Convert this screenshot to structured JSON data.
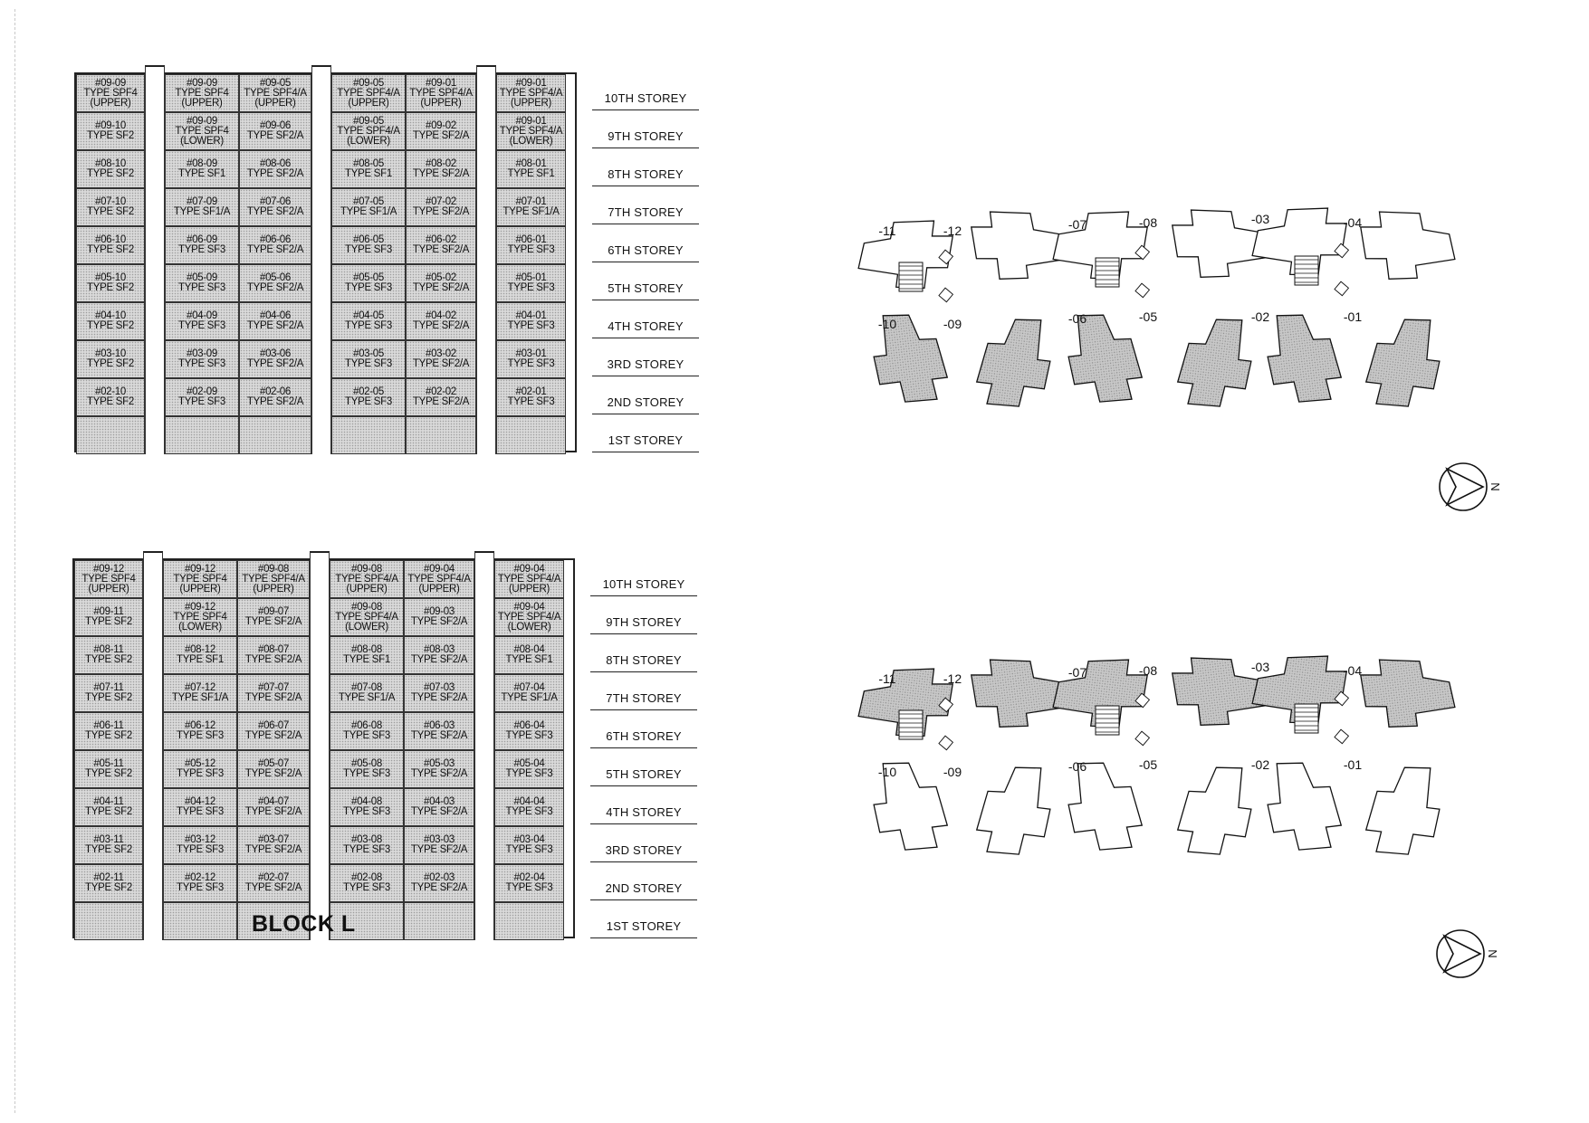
{
  "block_title": "BLOCK L",
  "storey_labels": [
    "10TH STOREY",
    "9TH STOREY",
    "8TH STOREY",
    "7TH STOREY",
    "6TH STOREY",
    "5TH STOREY",
    "4TH STOREY",
    "3RD STOREY",
    "2ND STOREY",
    "1ST STOREY"
  ],
  "elevations": [
    {
      "rows": [
        [
          [
            "#09-09",
            "TYPE SPF4",
            "(UPPER)"
          ],
          [
            "#09-09",
            "TYPE SPF4",
            "(UPPER)"
          ],
          [
            "#09-05",
            "TYPE SPF4/A",
            "(UPPER)"
          ],
          [
            "#09-05",
            "TYPE SPF4/A",
            "(UPPER)"
          ],
          [
            "#09-01",
            "TYPE SPF4/A",
            "(UPPER)"
          ],
          [
            "#09-01",
            "TYPE SPF4/A",
            "(UPPER)"
          ]
        ],
        [
          [
            "#09-10",
            "TYPE SF2"
          ],
          [
            "#09-09",
            "TYPE SPF4",
            "(LOWER)"
          ],
          [
            "#09-06",
            "TYPE SF2/A"
          ],
          [
            "#09-05",
            "TYPE SPF4/A",
            "(LOWER)"
          ],
          [
            "#09-02",
            "TYPE SF2/A"
          ],
          [
            "#09-01",
            "TYPE SPF4/A",
            "(LOWER)"
          ]
        ],
        [
          [
            "#08-10",
            "TYPE SF2"
          ],
          [
            "#08-09",
            "TYPE SF1"
          ],
          [
            "#08-06",
            "TYPE SF2/A"
          ],
          [
            "#08-05",
            "TYPE SF1"
          ],
          [
            "#08-02",
            "TYPE SF2/A"
          ],
          [
            "#08-01",
            "TYPE SF1"
          ]
        ],
        [
          [
            "#07-10",
            "TYPE SF2"
          ],
          [
            "#07-09",
            "TYPE SF1/A"
          ],
          [
            "#07-06",
            "TYPE SF2/A"
          ],
          [
            "#07-05",
            "TYPE SF1/A"
          ],
          [
            "#07-02",
            "TYPE SF2/A"
          ],
          [
            "#07-01",
            "TYPE SF1/A"
          ]
        ],
        [
          [
            "#06-10",
            "TYPE SF2"
          ],
          [
            "#06-09",
            "TYPE SF3"
          ],
          [
            "#06-06",
            "TYPE SF2/A"
          ],
          [
            "#06-05",
            "TYPE SF3"
          ],
          [
            "#06-02",
            "TYPE SF2/A"
          ],
          [
            "#06-01",
            "TYPE SF3"
          ]
        ],
        [
          [
            "#05-10",
            "TYPE SF2"
          ],
          [
            "#05-09",
            "TYPE SF3"
          ],
          [
            "#05-06",
            "TYPE SF2/A"
          ],
          [
            "#05-05",
            "TYPE SF3"
          ],
          [
            "#05-02",
            "TYPE SF2/A"
          ],
          [
            "#05-01",
            "TYPE SF3"
          ]
        ],
        [
          [
            "#04-10",
            "TYPE SF2"
          ],
          [
            "#04-09",
            "TYPE SF3"
          ],
          [
            "#04-06",
            "TYPE SF2/A"
          ],
          [
            "#04-05",
            "TYPE SF3"
          ],
          [
            "#04-02",
            "TYPE SF2/A"
          ],
          [
            "#04-01",
            "TYPE SF3"
          ]
        ],
        [
          [
            "#03-10",
            "TYPE SF2"
          ],
          [
            "#03-09",
            "TYPE SF3"
          ],
          [
            "#03-06",
            "TYPE SF2/A"
          ],
          [
            "#03-05",
            "TYPE SF3"
          ],
          [
            "#03-02",
            "TYPE SF2/A"
          ],
          [
            "#03-01",
            "TYPE SF3"
          ]
        ],
        [
          [
            "#02-10",
            "TYPE SF2"
          ],
          [
            "#02-09",
            "TYPE SF3"
          ],
          [
            "#02-06",
            "TYPE SF2/A"
          ],
          [
            "#02-05",
            "TYPE SF3"
          ],
          [
            "#02-02",
            "TYPE SF2/A"
          ],
          [
            "#02-01",
            "TYPE SF3"
          ]
        ]
      ],
      "plan_units": [
        {
          "label": "-11",
          "shaded": false
        },
        {
          "label": "-12",
          "shaded": false
        },
        {
          "label": "-07",
          "shaded": false
        },
        {
          "label": "-08",
          "shaded": false
        },
        {
          "label": "-03",
          "shaded": false
        },
        {
          "label": "-04",
          "shaded": false
        },
        {
          "label": "-10",
          "shaded": true
        },
        {
          "label": "-09",
          "shaded": true
        },
        {
          "label": "-06",
          "shaded": true
        },
        {
          "label": "-05",
          "shaded": true
        },
        {
          "label": "-02",
          "shaded": true
        },
        {
          "label": "-01",
          "shaded": true
        }
      ],
      "compass_letter": "N"
    },
    {
      "rows": [
        [
          [
            "#09-12",
            "TYPE SPF4",
            "(UPPER)"
          ],
          [
            "#09-12",
            "TYPE SPF4",
            "(UPPER)"
          ],
          [
            "#09-08",
            "TYPE SPF4/A",
            "(UPPER)"
          ],
          [
            "#09-08",
            "TYPE SPF4/A",
            "(UPPER)"
          ],
          [
            "#09-04",
            "TYPE SPF4/A",
            "(UPPER)"
          ],
          [
            "#09-04",
            "TYPE SPF4/A",
            "(UPPER)"
          ]
        ],
        [
          [
            "#09-11",
            "TYPE SF2"
          ],
          [
            "#09-12",
            "TYPE SPF4",
            "(LOWER)"
          ],
          [
            "#09-07",
            "TYPE SF2/A"
          ],
          [
            "#09-08",
            "TYPE SPF4/A",
            "(LOWER)"
          ],
          [
            "#09-03",
            "TYPE SF2/A"
          ],
          [
            "#09-04",
            "TYPE SPF4/A",
            "(LOWER)"
          ]
        ],
        [
          [
            "#08-11",
            "TYPE SF2"
          ],
          [
            "#08-12",
            "TYPE SF1"
          ],
          [
            "#08-07",
            "TYPE SF2/A"
          ],
          [
            "#08-08",
            "TYPE SF1"
          ],
          [
            "#08-03",
            "TYPE SF2/A"
          ],
          [
            "#08-04",
            "TYPE SF1"
          ]
        ],
        [
          [
            "#07-11",
            "TYPE SF2"
          ],
          [
            "#07-12",
            "TYPE SF1/A"
          ],
          [
            "#07-07",
            "TYPE SF2/A"
          ],
          [
            "#07-08",
            "TYPE SF1/A"
          ],
          [
            "#07-03",
            "TYPE SF2/A"
          ],
          [
            "#07-04",
            "TYPE SF1/A"
          ]
        ],
        [
          [
            "#06-11",
            "TYPE SF2"
          ],
          [
            "#06-12",
            "TYPE SF3"
          ],
          [
            "#06-07",
            "TYPE SF2/A"
          ],
          [
            "#06-08",
            "TYPE SF3"
          ],
          [
            "#06-03",
            "TYPE SF2/A"
          ],
          [
            "#06-04",
            "TYPE SF3"
          ]
        ],
        [
          [
            "#05-11",
            "TYPE SF2"
          ],
          [
            "#05-12",
            "TYPE SF3"
          ],
          [
            "#05-07",
            "TYPE SF2/A"
          ],
          [
            "#05-08",
            "TYPE SF3"
          ],
          [
            "#05-03",
            "TYPE SF2/A"
          ],
          [
            "#05-04",
            "TYPE SF3"
          ]
        ],
        [
          [
            "#04-11",
            "TYPE SF2"
          ],
          [
            "#04-12",
            "TYPE SF3"
          ],
          [
            "#04-07",
            "TYPE SF2/A"
          ],
          [
            "#04-08",
            "TYPE SF3"
          ],
          [
            "#04-03",
            "TYPE SF2/A"
          ],
          [
            "#04-04",
            "TYPE SF3"
          ]
        ],
        [
          [
            "#03-11",
            "TYPE SF2"
          ],
          [
            "#03-12",
            "TYPE SF3"
          ],
          [
            "#03-07",
            "TYPE SF2/A"
          ],
          [
            "#03-08",
            "TYPE SF3"
          ],
          [
            "#03-03",
            "TYPE SF2/A"
          ],
          [
            "#03-04",
            "TYPE SF3"
          ]
        ],
        [
          [
            "#02-11",
            "TYPE SF2"
          ],
          [
            "#02-12",
            "TYPE SF3"
          ],
          [
            "#02-07",
            "TYPE SF2/A"
          ],
          [
            "#02-08",
            "TYPE SF3"
          ],
          [
            "#02-03",
            "TYPE SF2/A"
          ],
          [
            "#02-04",
            "TYPE SF3"
          ]
        ]
      ],
      "plan_units": [
        {
          "label": "-11",
          "shaded": true
        },
        {
          "label": "-12",
          "shaded": true
        },
        {
          "label": "-07",
          "shaded": true
        },
        {
          "label": "-08",
          "shaded": true
        },
        {
          "label": "-03",
          "shaded": true
        },
        {
          "label": "-04",
          "shaded": true
        },
        {
          "label": "-10",
          "shaded": false
        },
        {
          "label": "-09",
          "shaded": false
        },
        {
          "label": "-06",
          "shaded": false
        },
        {
          "label": "-05",
          "shaded": false
        },
        {
          "label": "-02",
          "shaded": false
        },
        {
          "label": "-01",
          "shaded": false
        }
      ],
      "compass_letter": "N"
    }
  ]
}
